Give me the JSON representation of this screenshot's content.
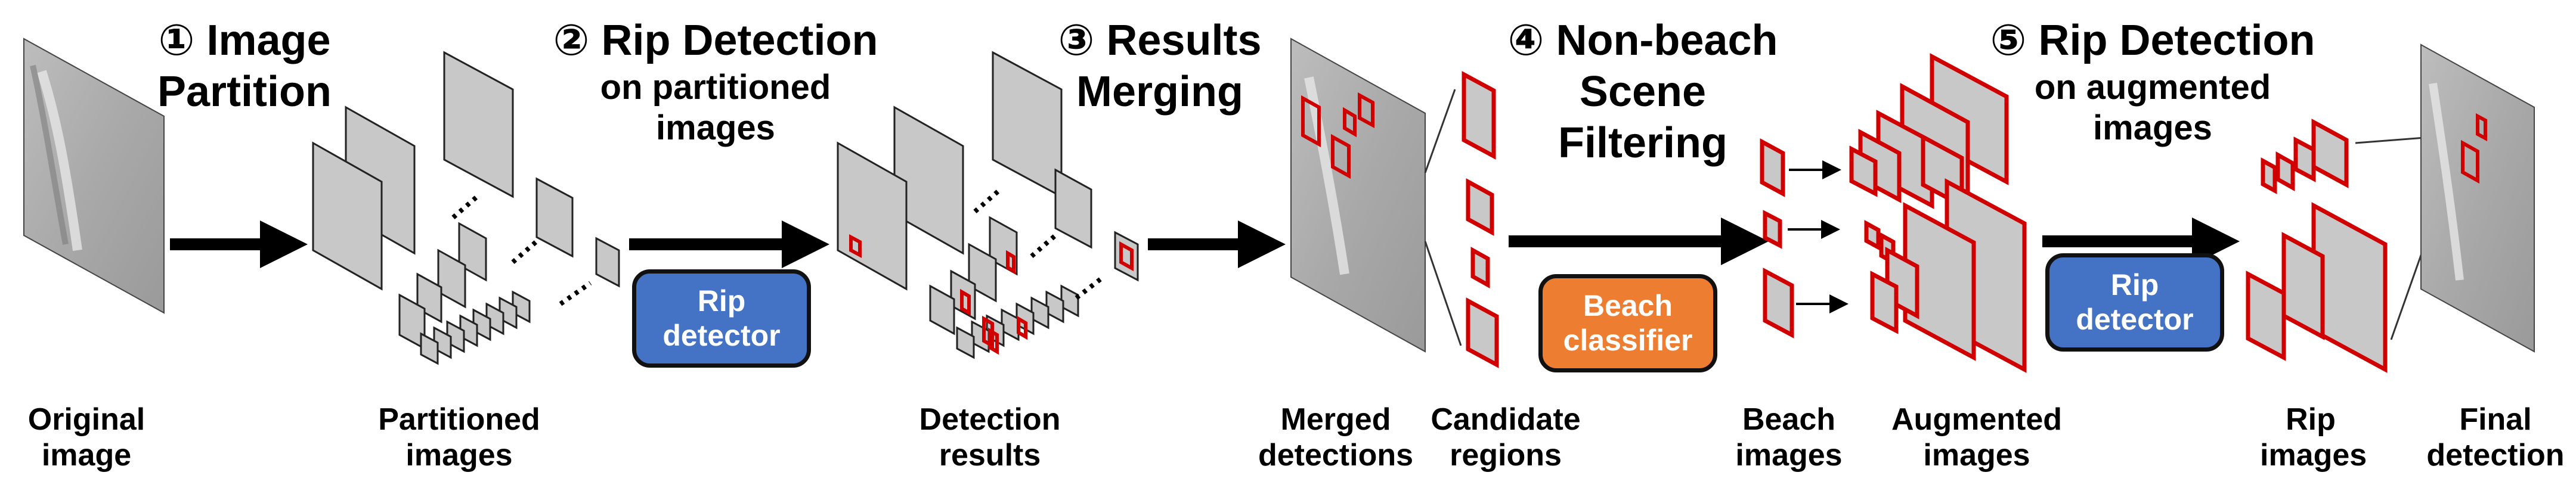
{
  "steps": [
    {
      "num": "①",
      "line1": "Image",
      "line2": "Partition"
    },
    {
      "num": "②",
      "line1": "Rip Detection",
      "line2": "on partitioned",
      "line3": "images"
    },
    {
      "num": "③",
      "line1": "Results",
      "line2": "Merging"
    },
    {
      "num": "④",
      "line1": "Non-beach",
      "line2": "Scene",
      "line3": "Filtering"
    },
    {
      "num": "⑤",
      "line1": "Rip Detection",
      "line2": "on augmented",
      "line3": "images"
    }
  ],
  "buttons": {
    "rip_detector_1": {
      "line1": "Rip",
      "line2": "detector",
      "color": "#4472C4"
    },
    "beach_classifier": {
      "line1": "Beach",
      "line2": "classifier",
      "color": "#ED7D31"
    },
    "rip_detector_2": {
      "line1": "Rip",
      "line2": "detector",
      "color": "#4472C4"
    }
  },
  "captions": {
    "original": {
      "line1": "Original",
      "line2": "image"
    },
    "partitioned": {
      "line1": "Partitioned",
      "line2": "images"
    },
    "detection": {
      "line1": "Detection",
      "line2": "results"
    },
    "merged": {
      "line1": "Merged",
      "line2": "detections"
    },
    "candidate": {
      "line1": "Candidate",
      "line2": "regions"
    },
    "beach": {
      "line1": "Beach",
      "line2": "images"
    },
    "augmented": {
      "line1": "Augmented",
      "line2": "images"
    },
    "rip": {
      "line1": "Rip",
      "line2": "images"
    },
    "final": {
      "line1": "Final",
      "line2": "detection"
    }
  },
  "colors": {
    "box_outline": "#D00000",
    "tile_fill": "#C8C8C8",
    "tile_stroke": "#222222"
  }
}
